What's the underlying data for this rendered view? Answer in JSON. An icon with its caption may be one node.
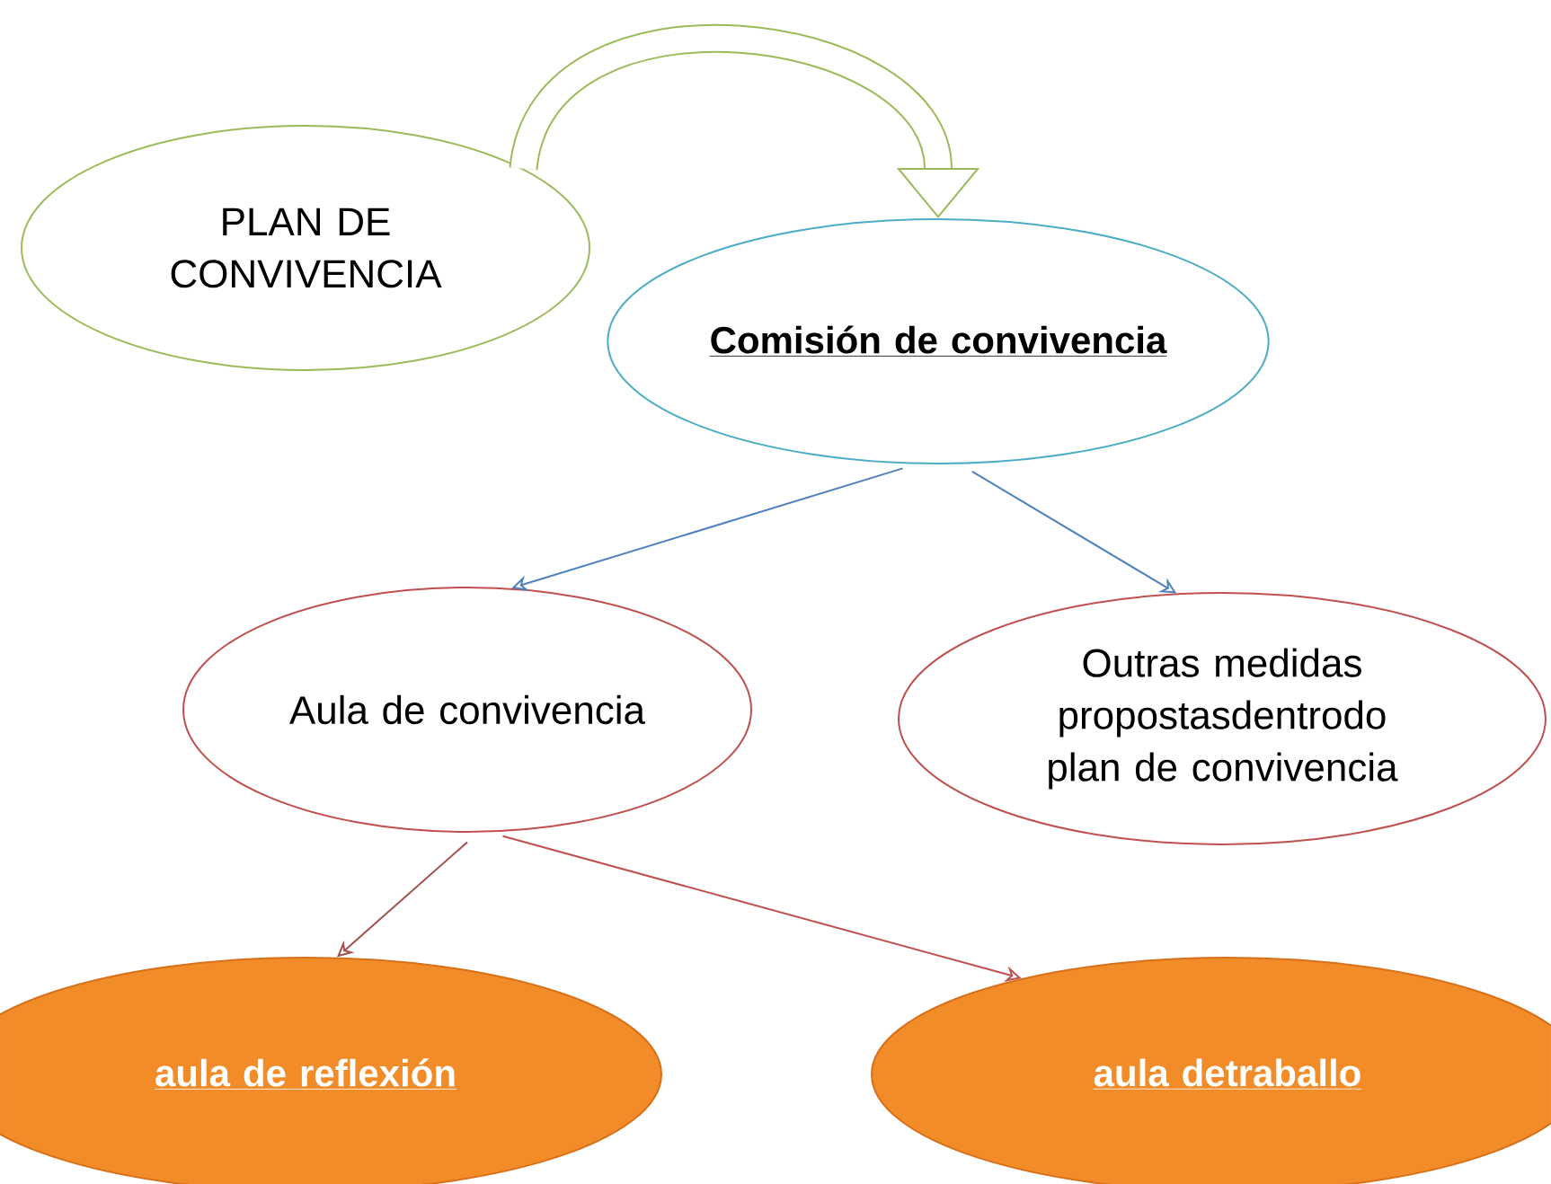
{
  "diagram": {
    "nodes": [
      {
        "text": [
          "PLAN DE CONVIVENCIA"
        ]
      },
      {
        "text": [
          "Comisión de convivencia"
        ]
      },
      {
        "text": [
          "Aula de convivencia"
        ]
      },
      {
        "text": [
          "Outras medidas propostasdentrodo plan de convivencia"
        ]
      },
      {
        "text": [
          "aula de reflexión"
        ]
      },
      {
        "text": [
          "aula detraballo"
        ]
      }
    ],
    "edges": [
      {
        "from": 0,
        "to": 1,
        "arrow": "to",
        "style": "thick",
        "color": "#9bbb59"
      },
      {
        "from": 1,
        "to": 2,
        "arrow": "to",
        "color": "#4f81bd"
      },
      {
        "from": 1,
        "to": 3,
        "arrow": "to",
        "color": "#4f81bd"
      },
      {
        "from": 2,
        "to": 4,
        "arrow": "to",
        "color": "#a0504d"
      },
      {
        "from": 2,
        "to": 5,
        "arrow": "to",
        "color": "#c0504d"
      }
    ]
  }
}
